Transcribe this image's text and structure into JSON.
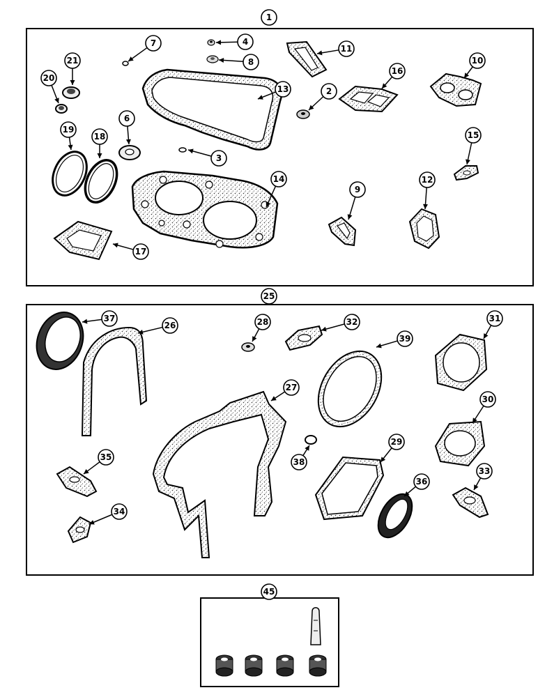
{
  "kits": [
    {
      "id": "kit-1",
      "label": "1"
    },
    {
      "id": "kit-25",
      "label": "25"
    },
    {
      "id": "kit-45",
      "label": "45"
    }
  ],
  "parts": [
    {
      "id": "p7",
      "label": "7"
    },
    {
      "id": "p4",
      "label": "4"
    },
    {
      "id": "p8",
      "label": "8"
    },
    {
      "id": "p11",
      "label": "11"
    },
    {
      "id": "p21",
      "label": "21"
    },
    {
      "id": "p20",
      "label": "20"
    },
    {
      "id": "p13",
      "label": "13"
    },
    {
      "id": "p2",
      "label": "2"
    },
    {
      "id": "p16",
      "label": "16"
    },
    {
      "id": "p10",
      "label": "10"
    },
    {
      "id": "p6",
      "label": "6"
    },
    {
      "id": "p19",
      "label": "19"
    },
    {
      "id": "p18",
      "label": "18"
    },
    {
      "id": "p3",
      "label": "3"
    },
    {
      "id": "p15",
      "label": "15"
    },
    {
      "id": "p14",
      "label": "14"
    },
    {
      "id": "p9",
      "label": "9"
    },
    {
      "id": "p12",
      "label": "12"
    },
    {
      "id": "p17",
      "label": "17"
    },
    {
      "id": "p37",
      "label": "37"
    },
    {
      "id": "p26",
      "label": "26"
    },
    {
      "id": "p28",
      "label": "28"
    },
    {
      "id": "p32",
      "label": "32"
    },
    {
      "id": "p39",
      "label": "39"
    },
    {
      "id": "p31",
      "label": "31"
    },
    {
      "id": "p27",
      "label": "27"
    },
    {
      "id": "p30",
      "label": "30"
    },
    {
      "id": "p35",
      "label": "35"
    },
    {
      "id": "p38",
      "label": "38"
    },
    {
      "id": "p29",
      "label": "29"
    },
    {
      "id": "p36",
      "label": "36"
    },
    {
      "id": "p33",
      "label": "33"
    },
    {
      "id": "p34",
      "label": "34"
    }
  ]
}
